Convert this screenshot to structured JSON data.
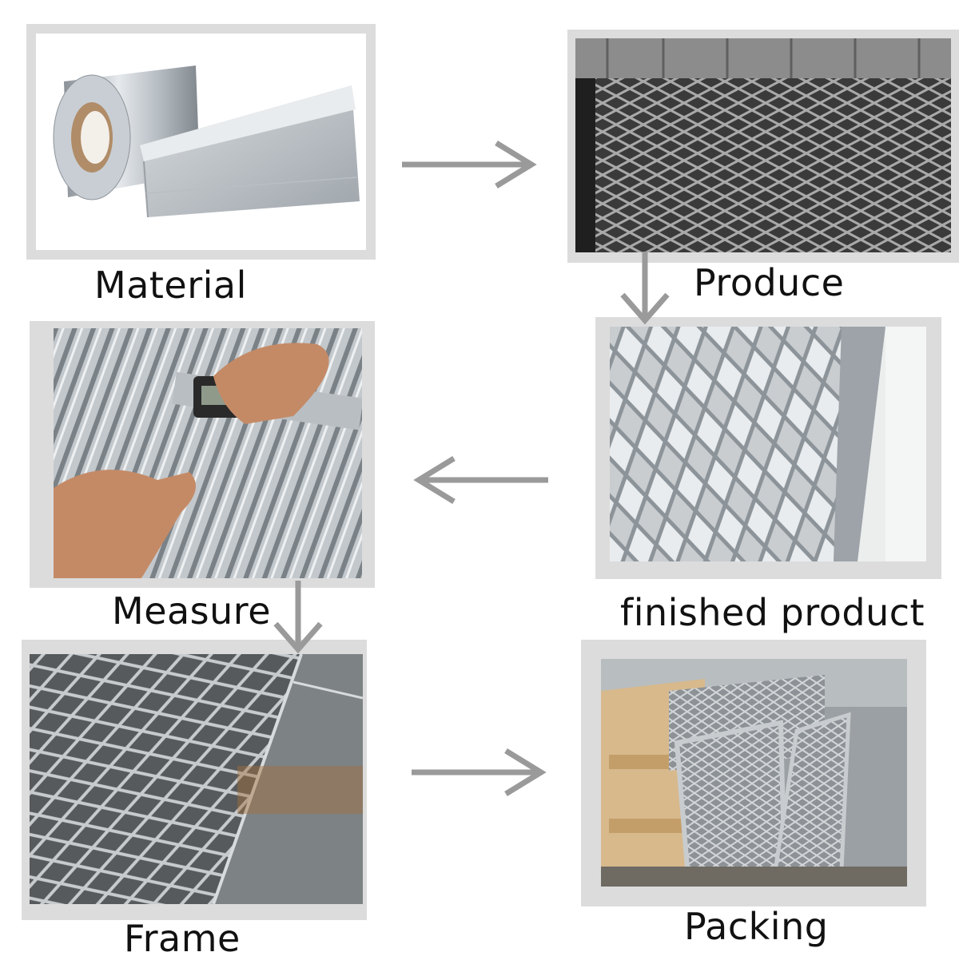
{
  "steps": {
    "material": {
      "label": "Material",
      "icon": "aluminum-coil-and-sheet"
    },
    "produce": {
      "label": "Produce",
      "icon": "expanded-mesh-machine"
    },
    "finished": {
      "label": "finished product",
      "icon": "expanded-metal-panel"
    },
    "measure": {
      "label": "Measure",
      "icon": "caliper-measurement"
    },
    "frame": {
      "label": "Frame",
      "icon": "framed-mesh-panel"
    },
    "packing": {
      "label": "Packing",
      "icon": "wooden-crate-packing"
    }
  },
  "colors": {
    "frame": "#dcdcdc",
    "arrow": "#9a9a9a",
    "text": "#111111"
  }
}
